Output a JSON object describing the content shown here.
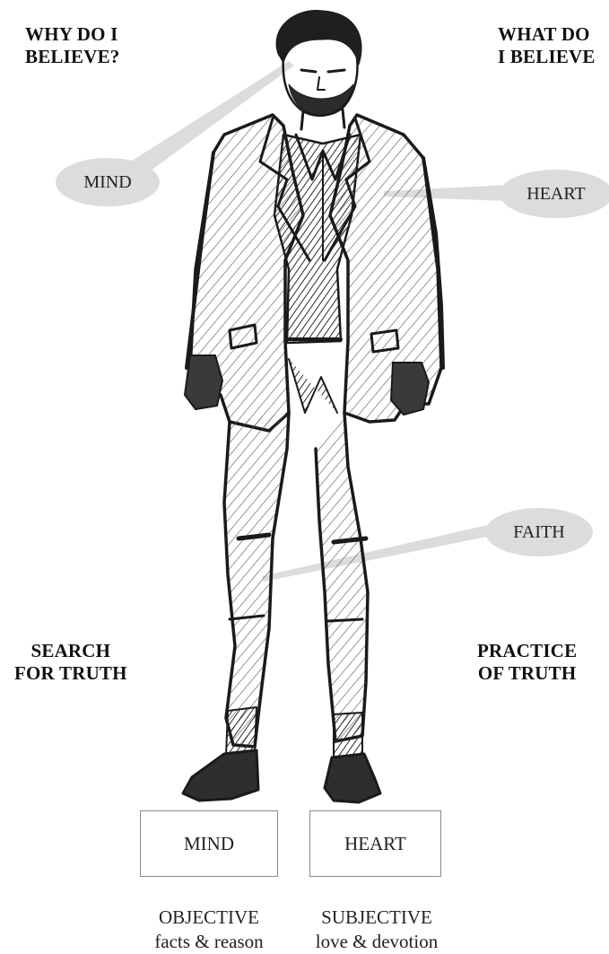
{
  "headings": {
    "why": [
      "WHY DO I",
      "BELIEVE?"
    ],
    "what": [
      "WHAT DO",
      "I BELIEVE"
    ],
    "search": [
      "SEARCH",
      "FOR TRUTH"
    ],
    "practice": [
      "PRACTICE",
      "OF TRUTH"
    ]
  },
  "bubbles": {
    "mind": "MIND",
    "heart": "HEART",
    "faith": "FAITH"
  },
  "boxes": {
    "mind": "MIND",
    "heart": "HEART"
  },
  "captions": {
    "objective": {
      "title": "OBJECTIVE",
      "subtitle": "facts & reason"
    },
    "subjective": {
      "title": "SUBJECTIVE",
      "subtitle": "love & devotion"
    }
  },
  "colors": {
    "bubble_fill": "#dcdcdc",
    "sketch_ink": "#1a1a1a",
    "box_border": "#8a8a8a"
  }
}
